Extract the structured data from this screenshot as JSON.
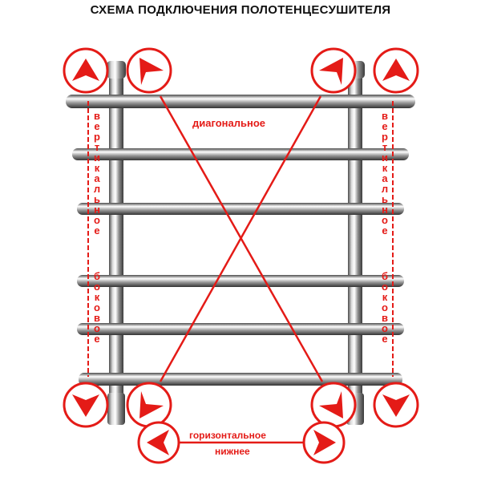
{
  "title": "СХЕМА ПОДКЛЮЧЕНИЯ ПОЛОТЕНЦЕСУШИТЕЛЯ",
  "labels": {
    "diagonal": "диагональное",
    "vertical_left": "вертикальное",
    "side_left": "боковое",
    "vertical_right": "вертикальное",
    "side_right": "боковое",
    "horizontal": "горизонтальное",
    "bottom": "нижнее"
  },
  "colors": {
    "accent": "#e41b17",
    "chrome_dark": "#5a5a5a",
    "chrome_light": "#f2f2f2"
  },
  "markers": [
    {
      "id": "top-left-outer",
      "icon": "arrow-up-icon"
    },
    {
      "id": "top-left-inner",
      "icon": "flag-right-icon"
    },
    {
      "id": "top-right-inner",
      "icon": "flag-left-icon"
    },
    {
      "id": "top-right-outer",
      "icon": "arrow-up-icon"
    },
    {
      "id": "bottom-left-outer",
      "icon": "arrow-down-icon"
    },
    {
      "id": "bottom-left-inner",
      "icon": "flag-right-icon"
    },
    {
      "id": "bottom-right-inner",
      "icon": "flag-left-icon"
    },
    {
      "id": "bottom-right-outer",
      "icon": "arrow-down-icon"
    },
    {
      "id": "bottom-horizontal-left",
      "icon": "arrow-left-icon"
    },
    {
      "id": "bottom-horizontal-right",
      "icon": "arrow-right-icon"
    }
  ]
}
